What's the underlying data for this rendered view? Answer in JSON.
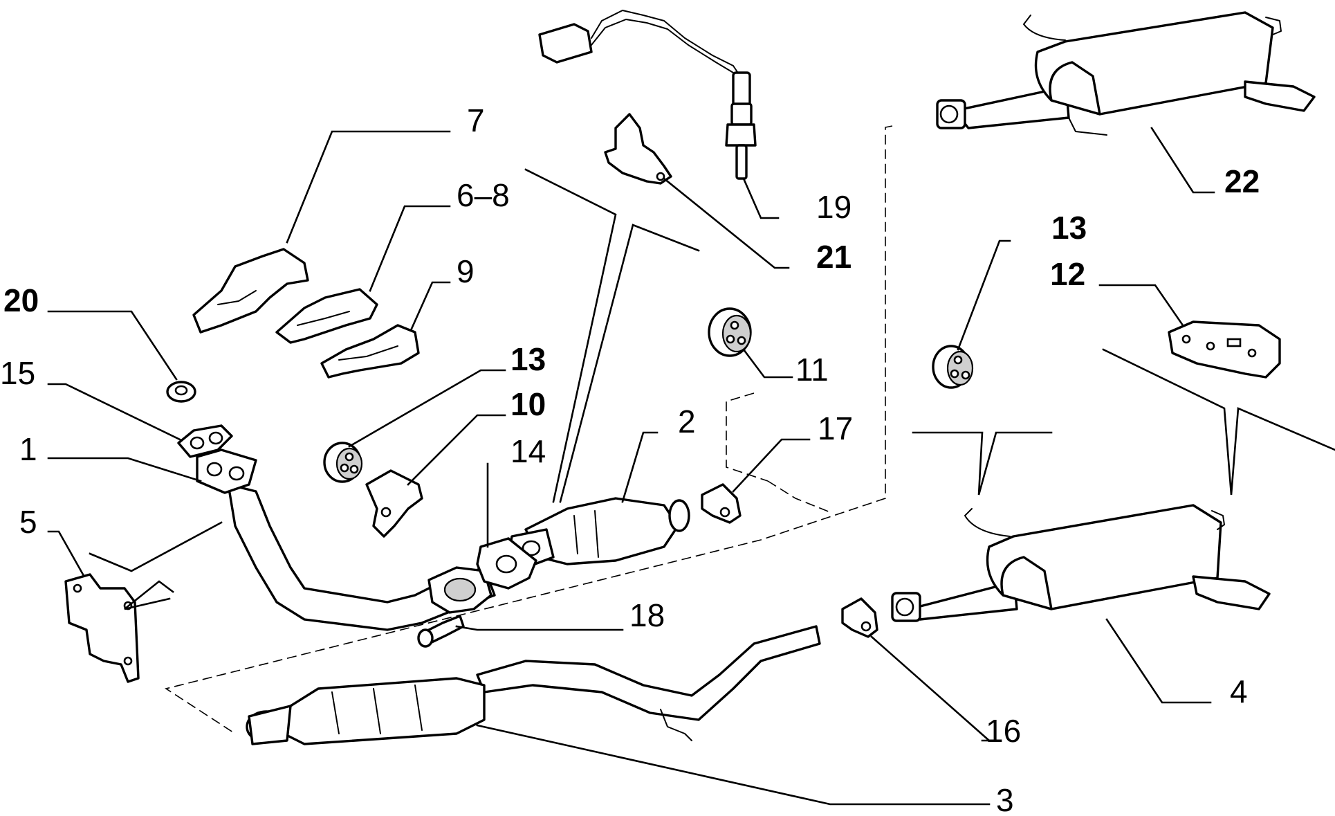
{
  "callouts": [
    {
      "key": "p1",
      "text": "1",
      "bold": false
    },
    {
      "key": "p2",
      "text": "2",
      "bold": false
    },
    {
      "key": "p3",
      "text": "3",
      "bold": false
    },
    {
      "key": "p4",
      "text": "4",
      "bold": false
    },
    {
      "key": "p5",
      "text": "5",
      "bold": false
    },
    {
      "key": "p68",
      "text": "6–8",
      "bold": false
    },
    {
      "key": "p7",
      "text": "7",
      "bold": false
    },
    {
      "key": "p9",
      "text": "9",
      "bold": false
    },
    {
      "key": "p10",
      "text": "10",
      "bold": true
    },
    {
      "key": "p11",
      "text": "11",
      "bold": false
    },
    {
      "key": "p12",
      "text": "12",
      "bold": true
    },
    {
      "key": "p13a",
      "text": "13",
      "bold": true
    },
    {
      "key": "p13b",
      "text": "13",
      "bold": true
    },
    {
      "key": "p14",
      "text": "14",
      "bold": false
    },
    {
      "key": "p15",
      "text": "15",
      "bold": false
    },
    {
      "key": "p16",
      "text": "16",
      "bold": false
    },
    {
      "key": "p17",
      "text": "17",
      "bold": false
    },
    {
      "key": "p18",
      "text": "18",
      "bold": false
    },
    {
      "key": "p19",
      "text": "19",
      "bold": false
    },
    {
      "key": "p20",
      "text": "20",
      "bold": true
    },
    {
      "key": "p21",
      "text": "21",
      "bold": true
    },
    {
      "key": "p22",
      "text": "22",
      "bold": true
    }
  ],
  "labels": {
    "p1": "1",
    "p2": "2",
    "p3": "3",
    "p4": "4",
    "p5": "5",
    "p68": "6–8",
    "p7": "7",
    "p9": "9",
    "p10": "10",
    "p11": "11",
    "p12": "12",
    "p13a": "13",
    "p13b": "13",
    "p14": "14",
    "p15": "15",
    "p16": "16",
    "p17": "17",
    "p18": "18",
    "p19": "19",
    "p20": "20",
    "p21": "21",
    "p22": "22"
  }
}
